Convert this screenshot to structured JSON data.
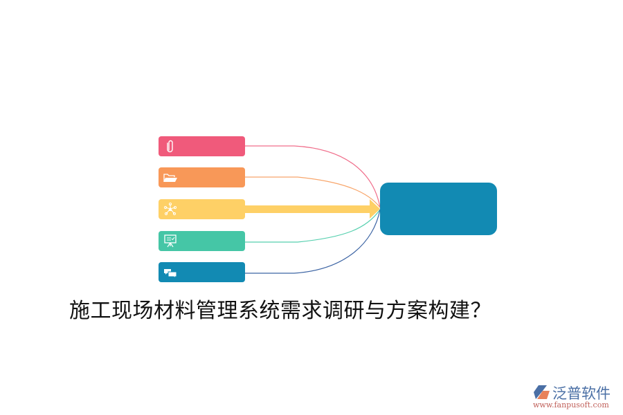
{
  "diagram": {
    "type": "mind-map-convergence",
    "nodes": [
      {
        "id": "n1",
        "icon": "paperclip-icon",
        "color": "#f05a7b",
        "label": "",
        "line_color": "#f06d8a"
      },
      {
        "id": "n2",
        "icon": "folder-open-icon",
        "color": "#f89858",
        "label": "",
        "line_color": "#f8a56a"
      },
      {
        "id": "n3",
        "icon": "network-icon",
        "color": "#fed066",
        "label": "",
        "line_color": "#fed066",
        "arrow": true
      },
      {
        "id": "n4",
        "icon": "presentation-board-icon",
        "color": "#45c6a6",
        "label": "",
        "line_color": "#55cfae"
      },
      {
        "id": "n5",
        "icon": "chat-bubbles-icon",
        "color": "#128ab3",
        "label": "",
        "line_color": "#3b63a3"
      }
    ],
    "center": {
      "color": "#128ab3",
      "label": ""
    }
  },
  "title": "施工现场材料管理系统需求调研与方案构建？",
  "brand": {
    "name": "泛普软件",
    "url": "www.fanpusoft.com"
  }
}
